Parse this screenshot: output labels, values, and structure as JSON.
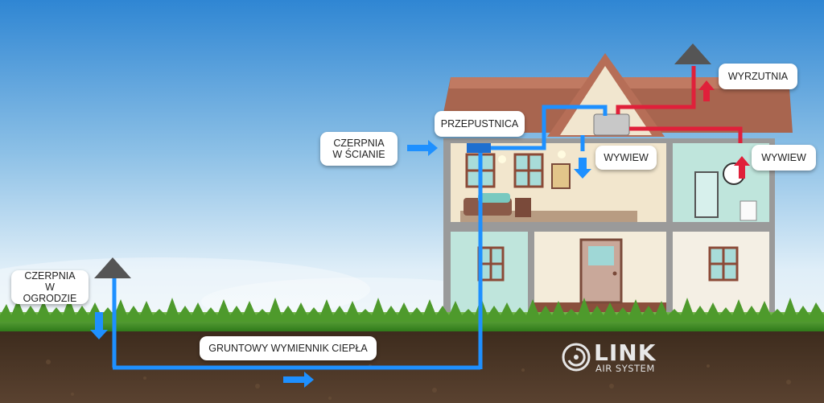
{
  "labels": {
    "czerpnia_ogrod": [
      "CZERPNIA",
      "W OGRODZIE"
    ],
    "czerpnia_sciana": [
      "CZERPNIA",
      "W ŚCIANIE"
    ],
    "przepustnica": "PRZEPUSTNICA",
    "wyrzutnia": "WYRZUTNIA",
    "wywiew_center": "WYWIEW",
    "wywiew_right": "WYWIEW",
    "gwc": "GRUNTOWY WYMIENNIK CIEPŁA"
  },
  "logo": {
    "main": "LINK",
    "sub": "AIR SYSTEM"
  },
  "colors": {
    "supply_air": "#1e90ff",
    "exhaust_air": "#e0203a",
    "sky_top": "#2e86d4",
    "grass": "#3f8f23",
    "soil": "#4a3424",
    "roof": "#b06a55"
  }
}
